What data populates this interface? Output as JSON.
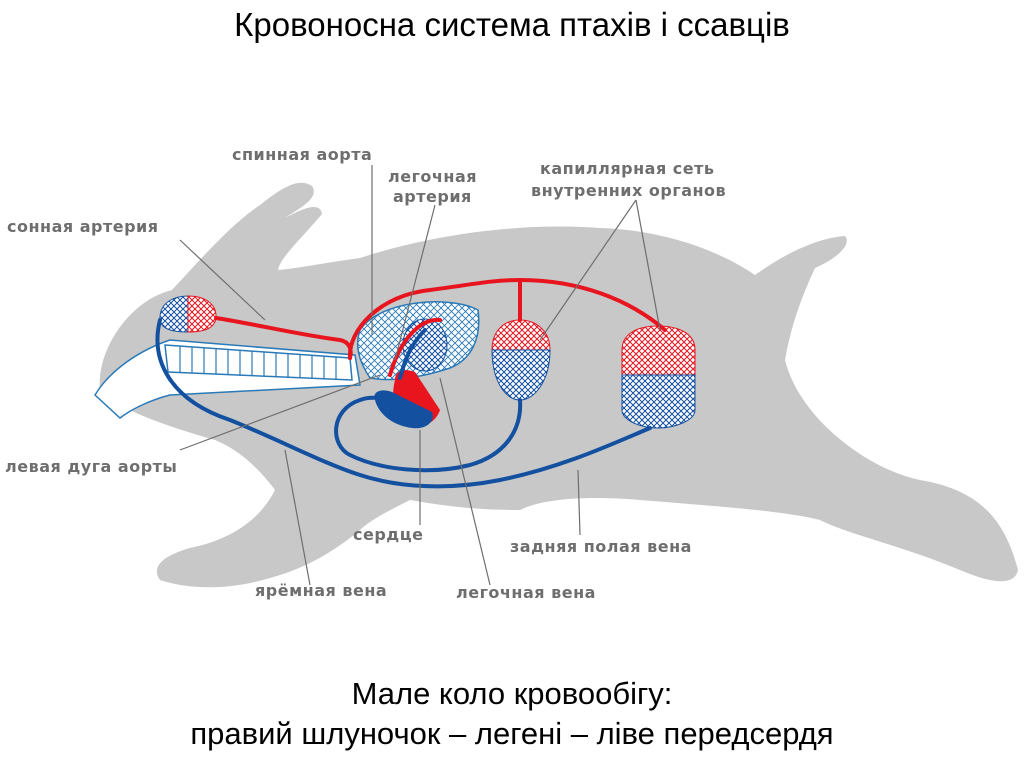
{
  "title": "Кровоносна система птахів і ссавців",
  "caption": {
    "line1": "Мале коло кровообігу:",
    "line2": "правий шлуночок – легені – ліве передсердя"
  },
  "labels": {
    "dorsal_aorta": "спинная аорта",
    "pulmonary_artery_1": "легочная",
    "pulmonary_artery_2": "артерия",
    "capillary_1": "капиллярная сеть",
    "capillary_2": "внутренних органов",
    "carotid": "сонная артерия",
    "left_aortic_arch": "левая дуга аорты",
    "heart": "сердце",
    "posterior_vena_cava": "задняя полая вена",
    "jugular_vein": "ярёмная вена",
    "pulmonary_vein": "легочная вена"
  },
  "colors": {
    "body": "#c8c8c8",
    "arterial": "#e8141e",
    "venous": "#1450a0",
    "label": "#6e6e6e"
  }
}
